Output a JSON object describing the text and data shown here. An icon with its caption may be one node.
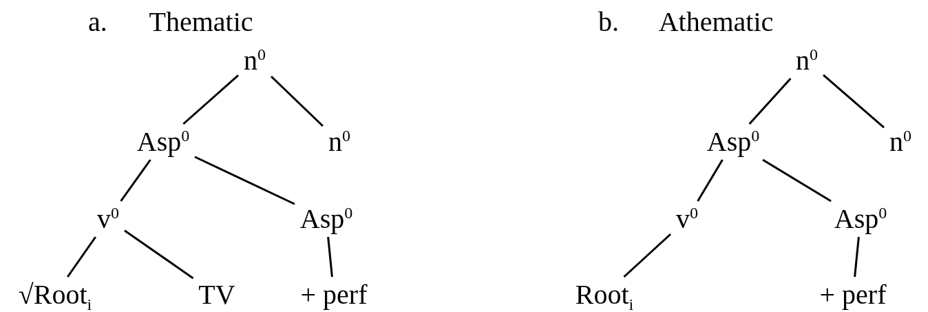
{
  "diagram": {
    "nodes": [
      {
        "text": [
          "n$^{0}$"
        ]
      },
      {
        "text": [
          "Asp$^{0}$"
        ]
      },
      {
        "text": [
          "n$^{0}$"
        ]
      },
      {
        "text": [
          "v$^{0}$"
        ]
      },
      {
        "text": [
          "Asp$^{0}$"
        ]
      },
      {
        "text": [
          "√Root$_{i}$"
        ]
      },
      {
        "text": [
          "TV"
        ]
      },
      {
        "text": [
          "+ perf"
        ]
      },
      {
        "text": [
          "n$^{0}$"
        ]
      },
      {
        "text": [
          "Asp$^{0}$"
        ]
      },
      {
        "text": [
          "n$^{0}$"
        ]
      },
      {
        "text": [
          "v$^{0}$"
        ]
      },
      {
        "text": [
          "Asp$^{0}$"
        ]
      },
      {
        "text": [
          "Root$_{i}$"
        ]
      },
      {
        "text": [
          "+ perf"
        ]
      }
    ],
    "edges": [
      {
        "from": 0,
        "to": 1,
        "arrow": "none"
      },
      {
        "from": 0,
        "to": 2,
        "arrow": "none"
      },
      {
        "from": 1,
        "to": 3,
        "arrow": "none"
      },
      {
        "from": 1,
        "to": 4,
        "arrow": "none"
      },
      {
        "from": 3,
        "to": 5,
        "arrow": "none"
      },
      {
        "from": 3,
        "to": 6,
        "arrow": "none"
      },
      {
        "from": 4,
        "to": 7,
        "arrow": "none"
      },
      {
        "from": 8,
        "to": 9,
        "arrow": "none"
      },
      {
        "from": 8,
        "to": 10,
        "arrow": "none"
      },
      {
        "from": 9,
        "to": 11,
        "arrow": "none"
      },
      {
        "from": 9,
        "to": 12,
        "arrow": "none"
      },
      {
        "from": 11,
        "to": 13,
        "arrow": "none"
      },
      {
        "from": 12,
        "to": 14,
        "arrow": "none"
      }
    ],
    "labels": [
      "a.",
      "Thematic",
      "b.",
      "Athematic"
    ]
  }
}
